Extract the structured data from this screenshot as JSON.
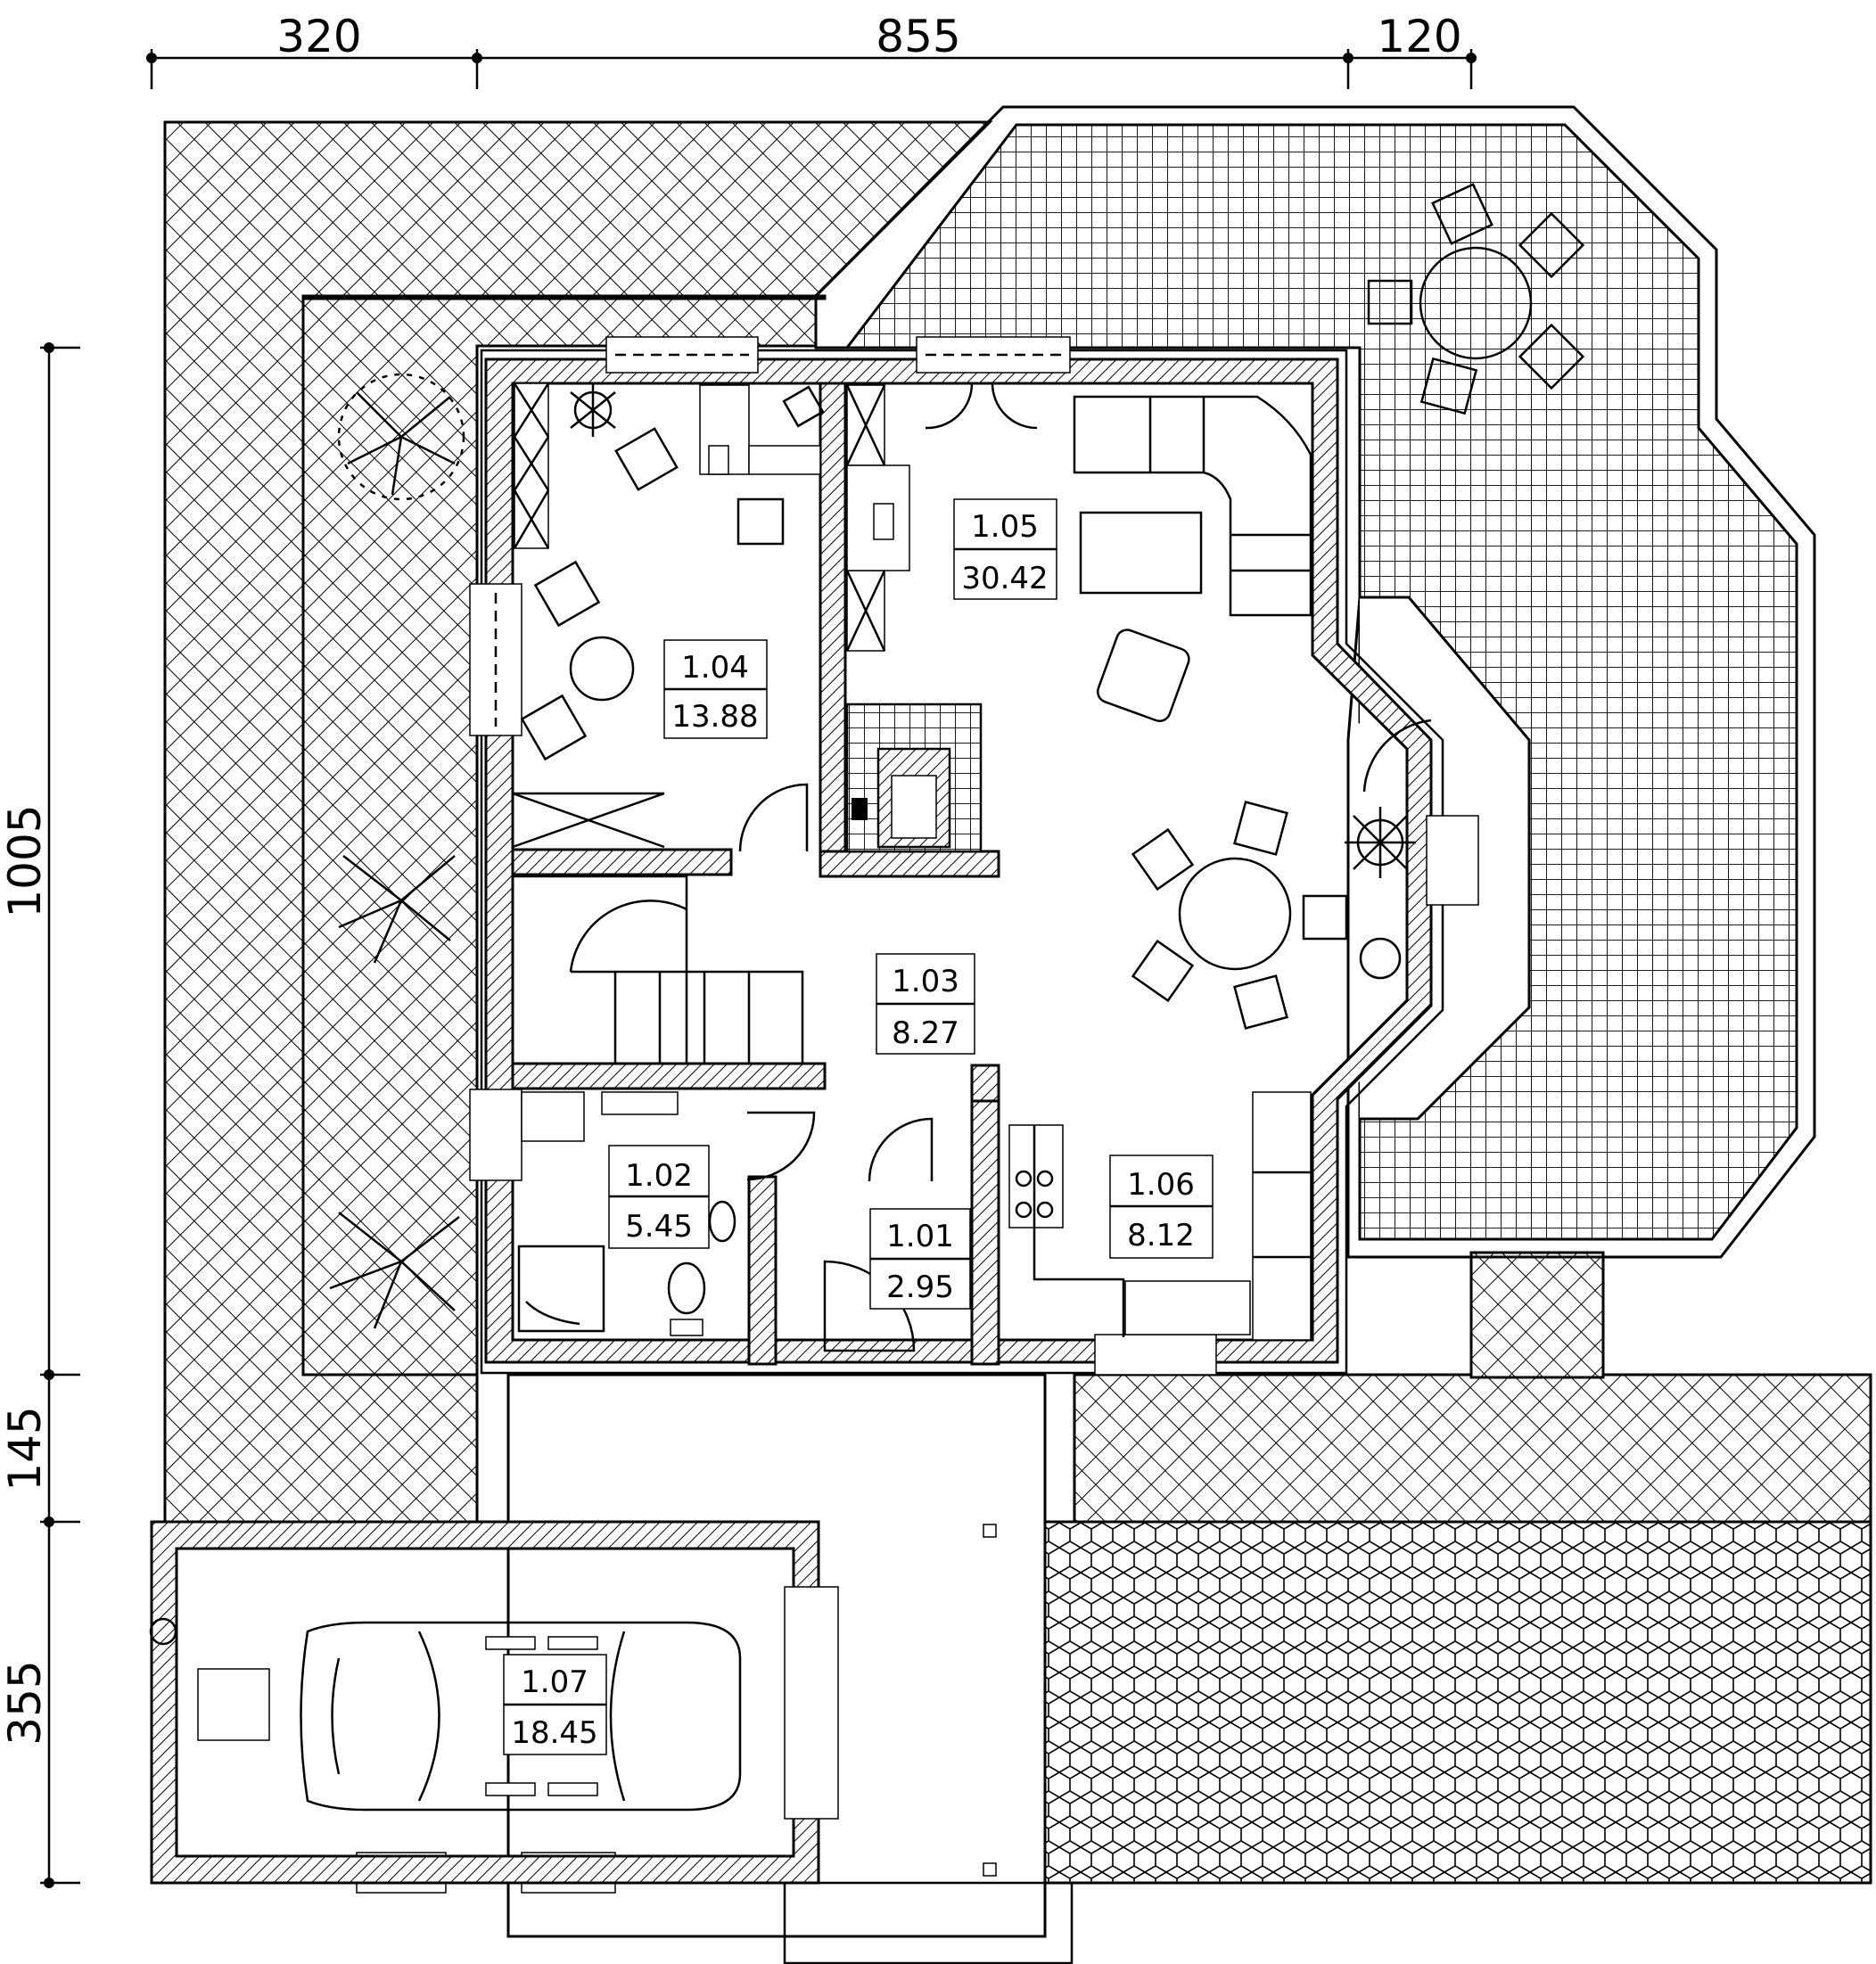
{
  "dimensions": {
    "top": [
      "320",
      "855",
      "120"
    ],
    "left": [
      "1005",
      "145",
      "355"
    ]
  },
  "rooms": [
    {
      "id": "1.01",
      "area": "2.95"
    },
    {
      "id": "1.02",
      "area": "5.45"
    },
    {
      "id": "1.03",
      "area": "8.27"
    },
    {
      "id": "1.04",
      "area": "13.88"
    },
    {
      "id": "1.05",
      "area": "30.42"
    },
    {
      "id": "1.06",
      "area": "8.12"
    },
    {
      "id": "1.07",
      "area": "18.45"
    }
  ],
  "colors": {
    "line": "#000000",
    "background": "#ffffff"
  }
}
